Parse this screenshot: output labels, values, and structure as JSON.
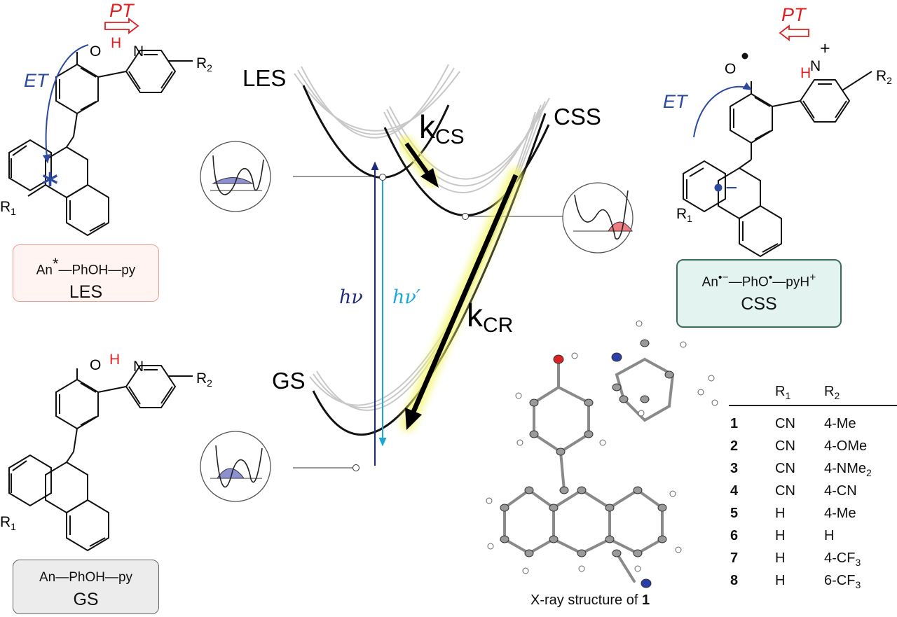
{
  "curve_labels": {
    "les": "LES",
    "css": "CSS",
    "gs": "GS"
  },
  "rates": {
    "kcs_k": "k",
    "kcs_sub": "CS",
    "kcr_k": "k",
    "kcr_sub": "CR"
  },
  "photons": {
    "hv": "hν",
    "hv_prime": "hν′"
  },
  "top_left": {
    "pt": "PT",
    "et": "ET",
    "o": "O",
    "h": "H",
    "n": "N",
    "r1": "R",
    "r1_sub": "1",
    "r2": "R",
    "r2_sub": "2",
    "star": "*"
  },
  "top_right": {
    "pt": "PT",
    "et": "ET",
    "o": "O",
    "h": "H",
    "n": "N",
    "plus": "+",
    "r1": "R",
    "r1_sub": "1",
    "r2": "R",
    "r2_sub": "2",
    "minus": "−"
  },
  "bottom_left": {
    "o": "O",
    "h": "H",
    "n": "N",
    "r1": "R",
    "r1_sub": "1",
    "r2": "R",
    "r2_sub": "2"
  },
  "boxes": {
    "les": {
      "formula_a": "An",
      "formula_star": "*",
      "formula_b": "—PhOH—py",
      "name": "LES"
    },
    "css": {
      "an": "An",
      "dot1": "•",
      "minus": "−",
      "pho": "—PhO",
      "dot2": "•",
      "pyh": "—pyH",
      "plus": "+",
      "name": "CSS"
    },
    "gs": {
      "formula": "An—PhOH—py",
      "name": "GS"
    }
  },
  "xray_caption": {
    "text": "X-ray structure of ",
    "bold": "1"
  },
  "table": {
    "headers": [
      {
        "r": "R",
        "sub": "1"
      },
      {
        "r": "R",
        "sub": "2"
      }
    ],
    "rows": [
      {
        "n": "1",
        "r1": "CN",
        "r2": "4-Me",
        "r2_sub": ""
      },
      {
        "n": "2",
        "r1": "CN",
        "r2": "4-OMe",
        "r2_sub": ""
      },
      {
        "n": "3",
        "r1": "CN",
        "r2": "4-NMe",
        "r2_sub": "2"
      },
      {
        "n": "4",
        "r1": "CN",
        "r2": "4-CN",
        "r2_sub": ""
      },
      {
        "n": "5",
        "r1": "H",
        "r2": "4-Me",
        "r2_sub": ""
      },
      {
        "n": "6",
        "r1": "H",
        "r2": "H",
        "r2_sub": ""
      },
      {
        "n": "7",
        "r1": "H",
        "r2": "4-CF",
        "r2_sub": "3"
      },
      {
        "n": "8",
        "r1": "H",
        "r2": "6-CF",
        "r2_sub": "3"
      }
    ]
  },
  "colors": {
    "pt_red": "#e02020",
    "et_blue": "#2b4aa0",
    "hv_navy": "#1c2b7a",
    "hv_cyan": "#1aa6d8",
    "les_fill": "#8c8fd0",
    "css_fill": "#ef7d82",
    "glow": "#f3f56a",
    "oxygen": "#d92323",
    "nitrogen": "#2a3fa8"
  }
}
